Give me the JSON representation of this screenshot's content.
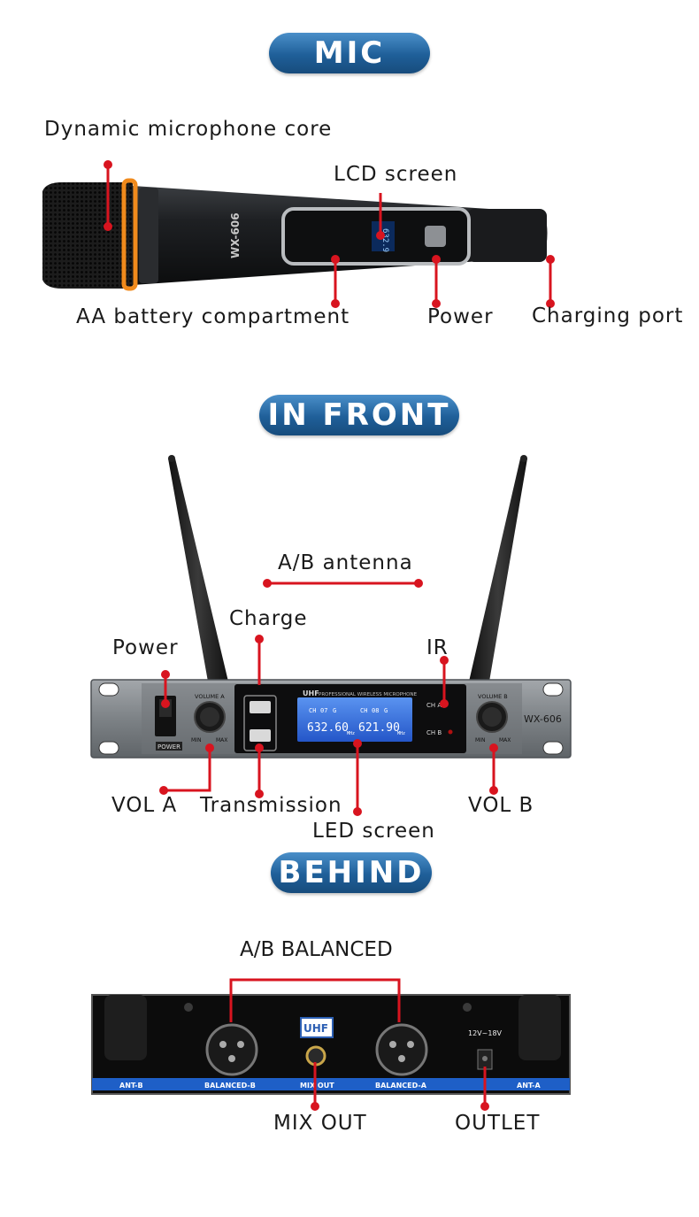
{
  "sections": {
    "mic": "MIC",
    "front": "IN FRONT",
    "behind": "BEHIND"
  },
  "mic": {
    "model": "WX-606",
    "lcd_digits": "632.9",
    "labels": {
      "core": "Dynamic microphone core",
      "lcd": "LCD screen",
      "battery": "AA battery compartment",
      "power": "Power",
      "charging": "Charging port"
    }
  },
  "front": {
    "brand": "UHF",
    "brand_sub": "PROFESSIONAL WIRELESS MICROPHONE",
    "model": "WX-606",
    "volume_a": "VOLUME A",
    "volume_b": "VOLUME B",
    "min": "MIN",
    "max": "MAX",
    "power_tag": "POWER",
    "ch_a": "CH A",
    "ch_b": "CH B",
    "lcd_left_ch": "CH",
    "lcd_left_num": "07",
    "lcd_left_freq": "632.60",
    "lcd_right_ch": "CH",
    "lcd_right_num": "08",
    "lcd_right_freq": "621.90",
    "lcd_g": "G",
    "lcd_unit": "MHz",
    "labels": {
      "antenna": "A/B antenna",
      "charge": "Charge",
      "power": "Power",
      "ir": "IR",
      "vol_a": "VOL A",
      "transmission": "Transmission",
      "vol_b": "VOL B",
      "led": "LED screen"
    }
  },
  "behind": {
    "badge": "UHF",
    "voltage": "12V~18V",
    "strip": {
      "ant_b": "ANT-B",
      "bal_b": "BALANCED-B",
      "mix": "MIX OUT",
      "bal_a": "BALANCED-A",
      "ant_a": "ANT-A"
    },
    "labels": {
      "balanced": "A/B  BALANCED",
      "mix_out": "MIX OUT",
      "outlet": "OUTLET"
    }
  },
  "colors": {
    "accent_red": "#d8141f",
    "pill_blue": "#1f5f99",
    "lcd_blue": "#2a64d8",
    "strip_blue": "#1e5fc7"
  }
}
